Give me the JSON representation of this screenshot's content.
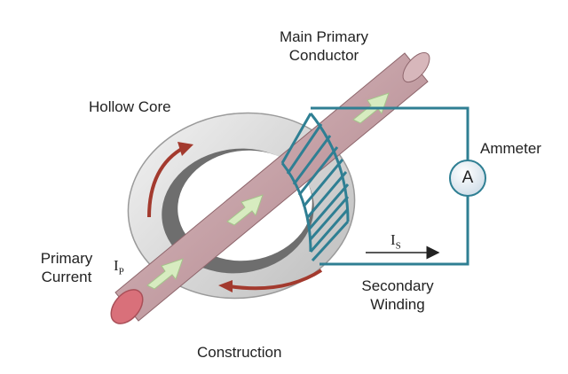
{
  "labels": {
    "main_conductor_line1": "Main Primary",
    "main_conductor_line2": "Conductor",
    "hollow_core": "Hollow Core",
    "ammeter": "Ammeter",
    "ammeter_symbol": "A",
    "primary_current_line1": "Primary",
    "primary_current_line2": "Current",
    "ip_main": "I",
    "ip_sub": "P",
    "is_main": "I",
    "is_sub": "S",
    "secondary_line1": "Secondary",
    "secondary_line2": "Winding",
    "construction": "Construction"
  },
  "colors": {
    "conductor": "#c9a3a8",
    "conductor_dark": "#9c6f76",
    "conductor_end": "#d9707a",
    "core_outer": "#dcdcdc",
    "core_inner": "#6f6f6f",
    "winding": "#2f7f93",
    "flow_arrow": "#d7ecc0",
    "core_arrow": "#a33a2e",
    "wire": "#2f7f93"
  }
}
